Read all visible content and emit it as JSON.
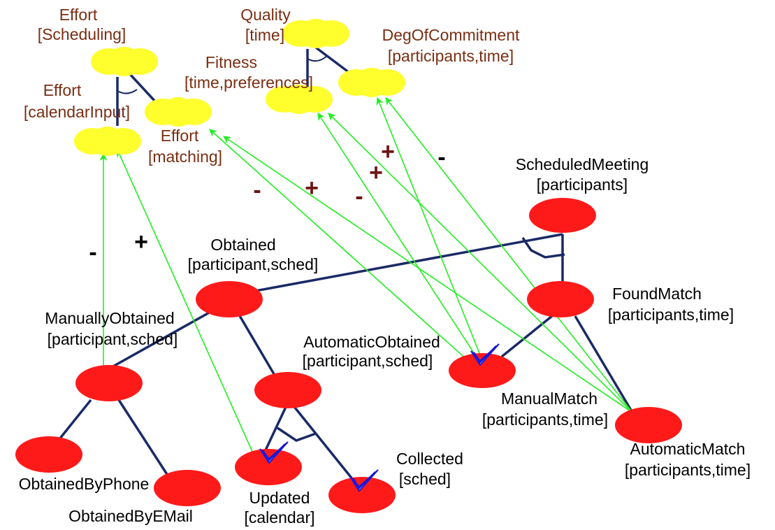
{
  "colors": {
    "softgoal": "#ffff2e",
    "goal": "#ff1a1a",
    "decomposition": "#1a2a66",
    "contribution": "#22ee22",
    "check": "#1818d8",
    "softgoal_text": "#7a2e12",
    "sign_brown": "#6e1616"
  },
  "softgoals": {
    "effort_scheduling": {
      "line1": "Effort",
      "line2": "[Scheduling]"
    },
    "effort_calendar": {
      "line1": "Effort",
      "line2": "[calendarInput]"
    },
    "effort_matching": {
      "line1": "Effort",
      "line2": "[matching]"
    },
    "quality_time": {
      "line1": "Quality",
      "line2": "[time]"
    },
    "fitness": {
      "line1": "Fitness",
      "line2": "[time,preferences]"
    },
    "deg_commitment": {
      "line1": "DegOfCommitment",
      "line2": "[participants,time]"
    }
  },
  "goals": {
    "scheduled_meeting": {
      "line1": "ScheduledMeeting",
      "line2": "[participants]"
    },
    "obtained": {
      "line1": "Obtained",
      "line2": "[participant,sched]"
    },
    "found_match": {
      "line1": "FoundMatch",
      "line2": "[participants,time]"
    },
    "manually_obtained": {
      "line1": "ManuallyObtained",
      "line2": "[participant,sched]"
    },
    "automatic_obtained": {
      "line1": "AutomaticObtained",
      "line2": "[participant,sched]"
    },
    "manual_match": {
      "line1": "ManualMatch",
      "line2": "[participants,time]"
    },
    "automatic_match": {
      "line1": "AutomaticMatch",
      "line2": "[participants,time]"
    },
    "obtained_by_phone": {
      "line1": "ObtainedByPhone"
    },
    "obtained_by_email": {
      "line1": "ObtainedByEMail"
    },
    "updated": {
      "line1": "Updated",
      "line2": "[calendar]"
    },
    "collected": {
      "line1": "Collected",
      "line2": "[sched]"
    }
  },
  "signs": {
    "manual_obtained_effort": "-",
    "updated_effort": "+",
    "manual_match_effort": "-",
    "automatic_match_effort": "+",
    "to_fitness_minus": "-",
    "to_fitness_plus": "+",
    "to_commitment_plus": "+",
    "to_commitment_minus": "-"
  },
  "satisfied_goals": [
    "Updated",
    "Collected",
    "ManualMatch"
  ]
}
